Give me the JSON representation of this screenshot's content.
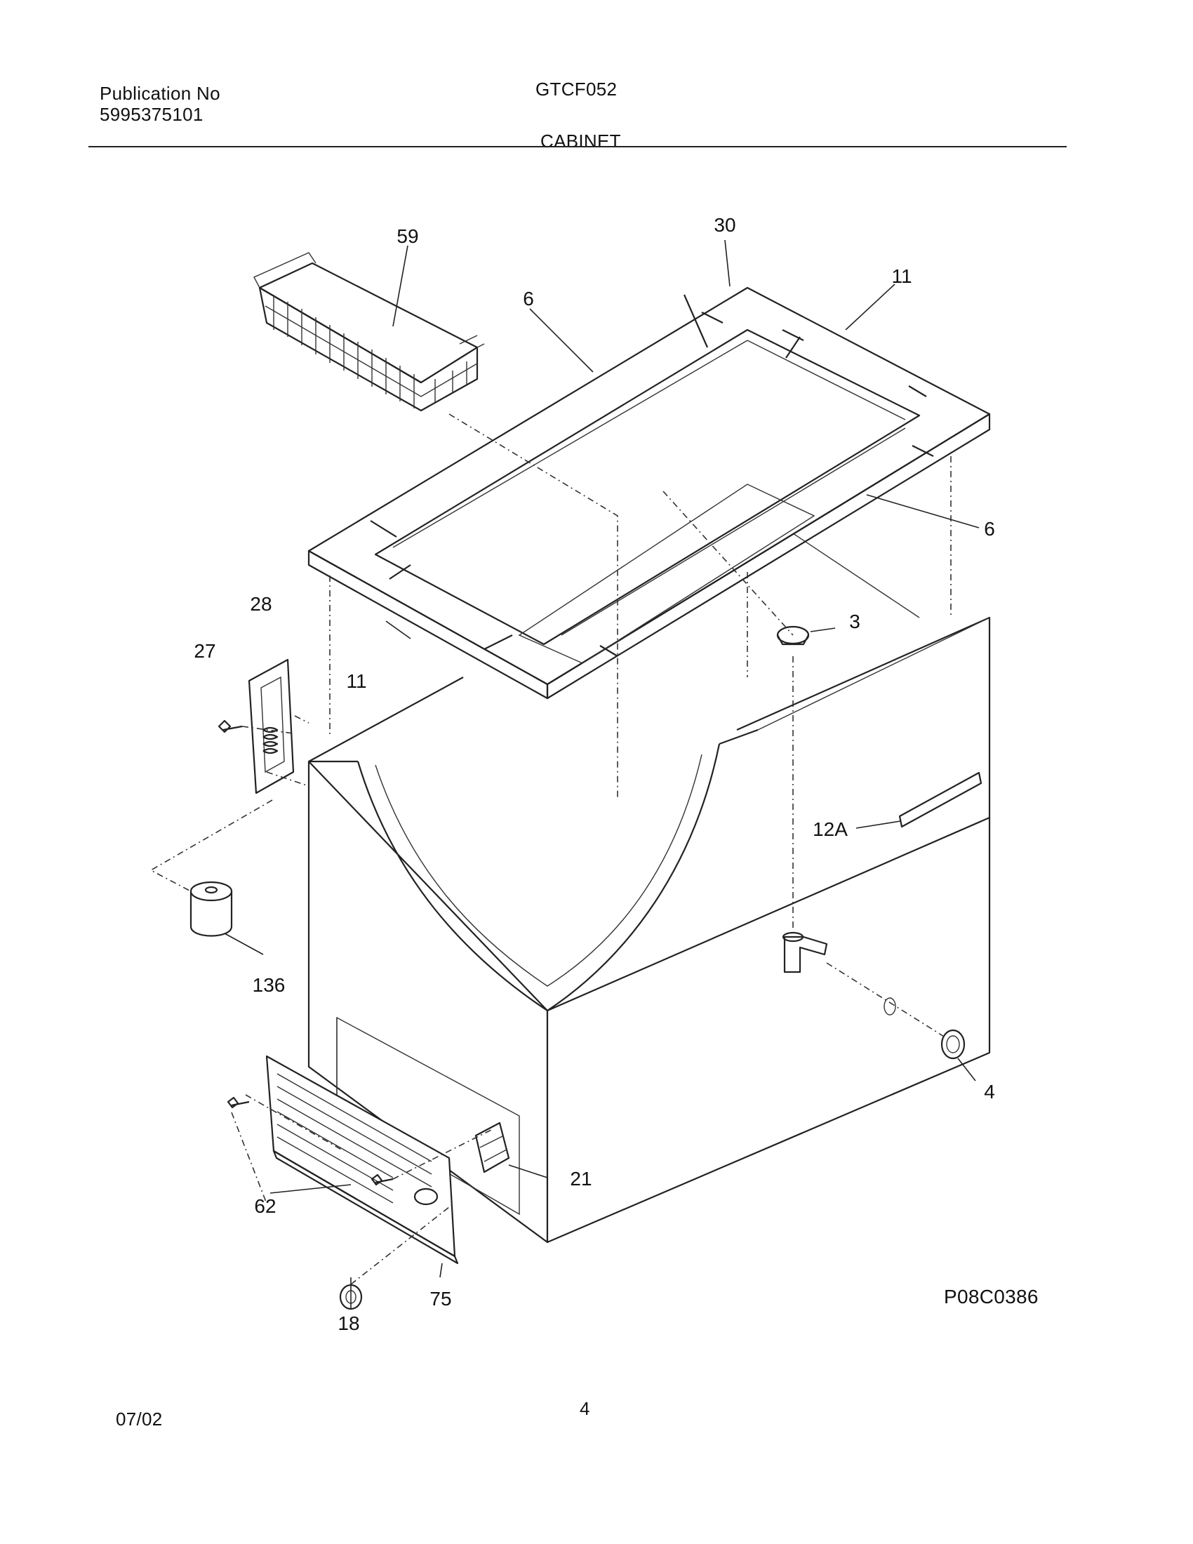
{
  "header": {
    "publication_label": "Publication No",
    "publication_number": "5995375101",
    "model": "GTCF052",
    "section": "CABINET"
  },
  "diagram": {
    "code": "P08C0386",
    "callouts": {
      "basket": "59",
      "corner_top": "30",
      "breaker_back_left": "6",
      "breaker_back_right": "11",
      "breaker_front_right": "6",
      "breaker_front_left": "11",
      "hinge_label_28": "28",
      "hinge_label_27": "27",
      "drain_cap": "3",
      "nameplate": "12A",
      "hinge_cover": "136",
      "drain_plug": "4",
      "control": "21",
      "screw": "62",
      "knob": "18",
      "grille": "75"
    }
  },
  "footer": {
    "date": "07/02",
    "page": "4"
  }
}
